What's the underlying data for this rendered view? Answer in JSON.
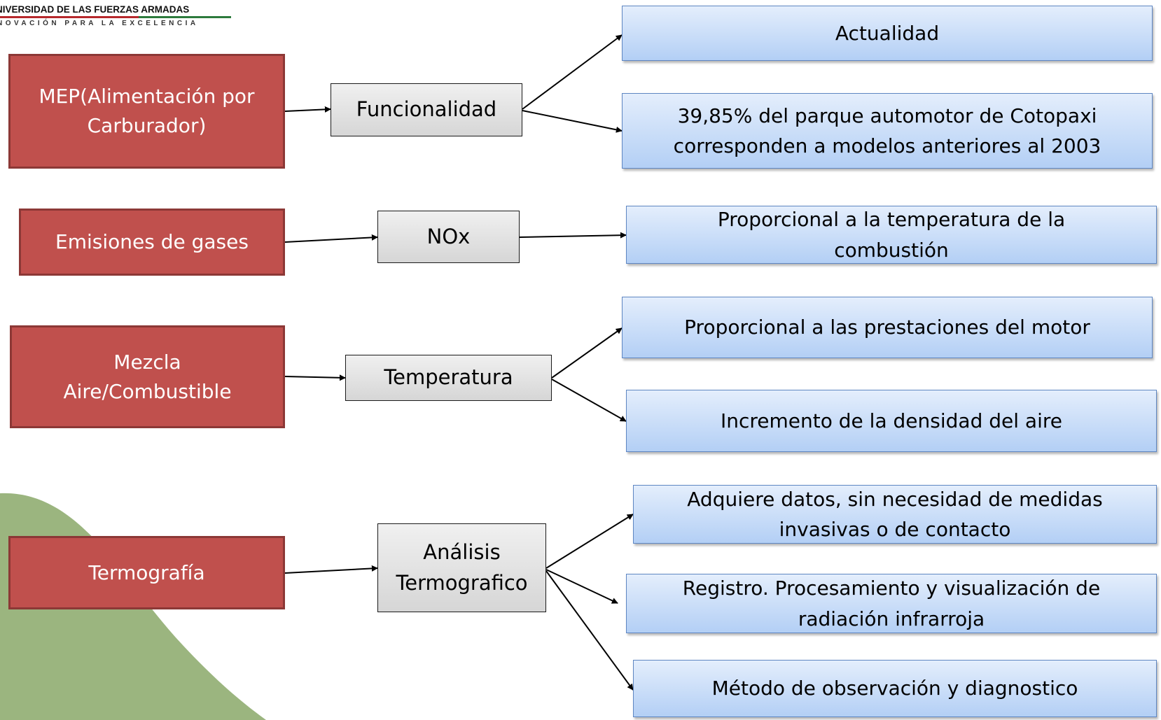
{
  "logo": {
    "line1": "NIVERSIDAD DE LAS FUERZAS ARMADAS",
    "line2": "NOVACIÓN PARA LA EXCELENCIA"
  },
  "colors": {
    "red_box": "#c0504d",
    "gray_box": "#dcdcdc",
    "blue_box": "#c6dbf7",
    "background_blob": "#9bb57f"
  },
  "rows": [
    {
      "source": "MEP(Alimentación por Carburador)",
      "topic": "Funcionalidad",
      "details": [
        "Actualidad",
        "39,85% del parque automotor de Cotopaxi corresponden a modelos anteriores al 2003"
      ]
    },
    {
      "source": "Emisiones de gases",
      "topic": "NOx",
      "details": [
        "Proporcional a la temperatura de la combustión"
      ]
    },
    {
      "source": "Mezcla Aire/Combustible",
      "topic": "Temperatura",
      "details": [
        "Proporcional a las prestaciones del motor",
        "Incremento de la densidad del aire"
      ]
    },
    {
      "source": "Termografía",
      "topic": "Análisis Termografico",
      "details": [
        "Adquiere datos, sin necesidad de medidas invasivas o de contacto",
        "Registro. Procesamiento y visualización de radiación infrarroja",
        "Método de observación y diagnostico"
      ]
    }
  ]
}
